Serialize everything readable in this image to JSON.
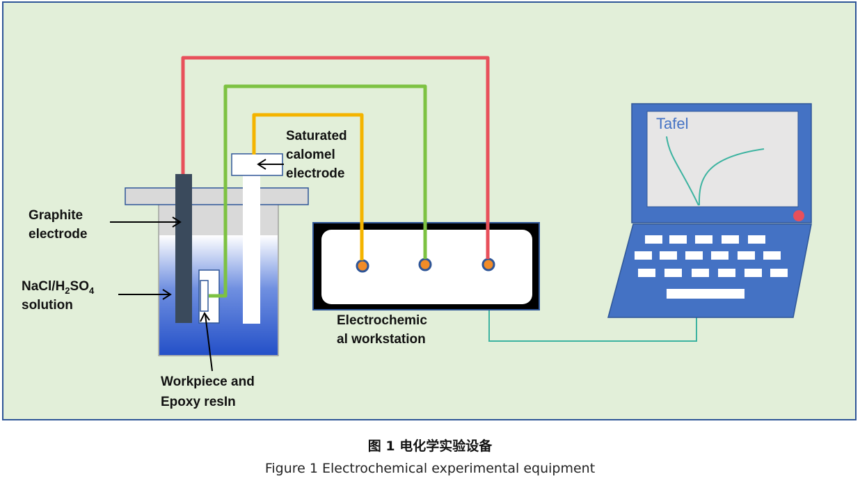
{
  "labels": {
    "graphite": [
      "Graphite",
      "electrode"
    ],
    "solution_line1_prefix": "NaCl/H",
    "solution_sub1": "2",
    "solution_mid": "SO",
    "solution_sub2": "4",
    "solution_line2": "solution",
    "calomel": [
      "Saturated",
      "calomel",
      "electrode"
    ],
    "workpiece": [
      "Workpiece and",
      "Epoxy resIn"
    ],
    "workstation": [
      "Electrochemic",
      "al workstation"
    ],
    "screen_title": "Tafel"
  },
  "caption": {
    "chinese": "图 1  电化学实验设备",
    "english": "Figure 1 Electrochemical experimental equipment"
  },
  "colors": {
    "panel_bg": "#e2efd9",
    "panel_border": "#2e5597",
    "wire_red": "#e8505b",
    "wire_green": "#7dc242",
    "wire_yellow": "#f4b400",
    "wire_teal": "#3cb3a0",
    "laptop_blue": "#4472c4",
    "electrode_dark": "#3a4a5c"
  }
}
